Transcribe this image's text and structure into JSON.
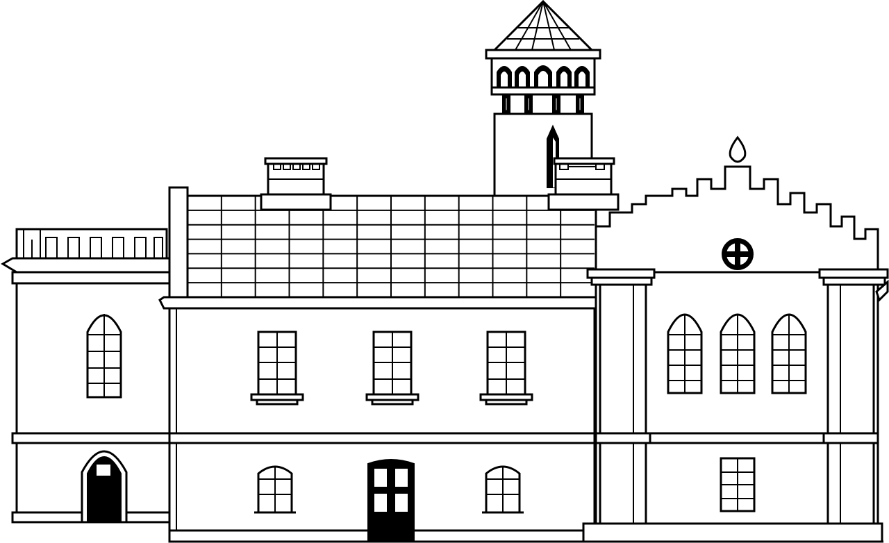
{
  "scene": {
    "subject": "castle-facade-line-drawing",
    "colors": {
      "line": "#000000",
      "fill": "#ffffff"
    },
    "elements": {
      "left_wing": {
        "windows": 1,
        "doors": 1
      },
      "center_block": {
        "upper_windows": 3,
        "lower_windows": 2,
        "doors": 1,
        "roof_rows": 7,
        "roof_columns": 12,
        "dormers": 2
      },
      "tower": {
        "arches": 5
      },
      "right_wing": {
        "arched_windows": 3,
        "lower_windows": 1,
        "round_window": 1
      }
    }
  }
}
